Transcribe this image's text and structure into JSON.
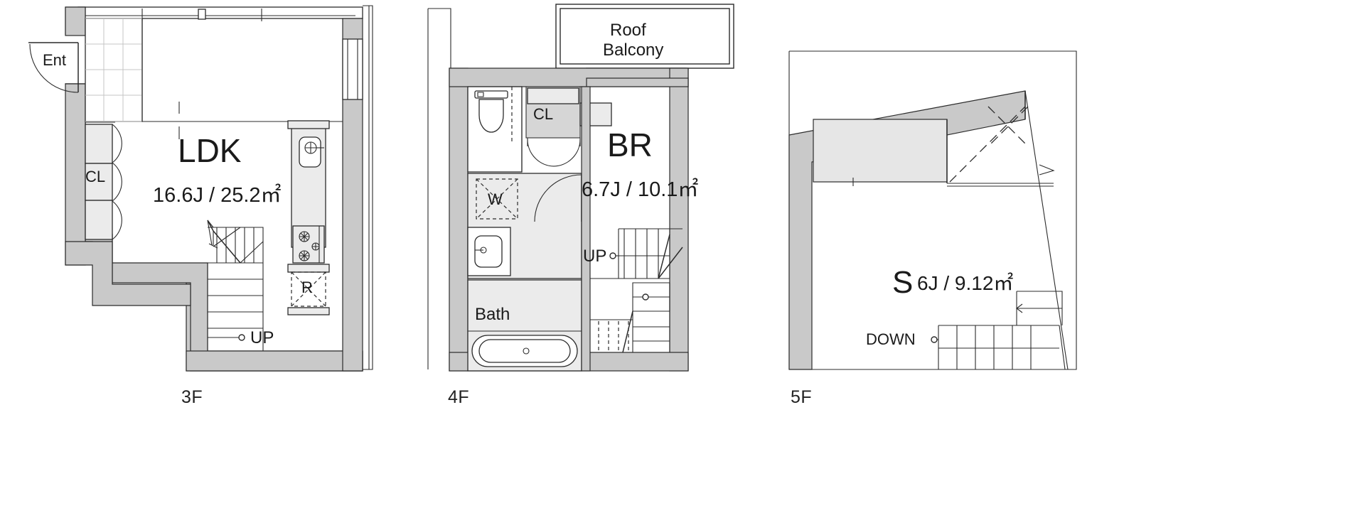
{
  "document": {
    "type": "residential-floor-plan",
    "floor_count": 3
  },
  "floors": [
    {
      "id": "3f",
      "label": "3F",
      "rooms": [
        {
          "name": "LDK",
          "area": "16.6J / 25.2㎡"
        }
      ],
      "labels": {
        "entrance": "Ent",
        "closet": "CL",
        "refrigerator": "R",
        "stairs_up": "UP"
      }
    },
    {
      "id": "4f",
      "label": "4F",
      "rooms": [
        {
          "name": "BR",
          "area": "6.7J / 10.1㎡"
        }
      ],
      "labels": {
        "roof_balcony": "Roof\nBalcony",
        "roof_balcony_line1": "Roof",
        "roof_balcony_line2": "Balcony",
        "closet": "CL",
        "washer": "W",
        "bath": "Bath",
        "stairs_up": "UP"
      }
    },
    {
      "id": "5f",
      "label": "5F",
      "rooms": [
        {
          "name": "S",
          "area": "6J / 9.12㎡"
        }
      ],
      "labels": {
        "stairs_down": "DOWN"
      }
    }
  ],
  "colors": {
    "wall_fill": "#c9c9c9",
    "fixture_fill": "#ebebeb",
    "line": "#2b2b2b",
    "text": "#1a1a1a",
    "background": "#ffffff"
  }
}
